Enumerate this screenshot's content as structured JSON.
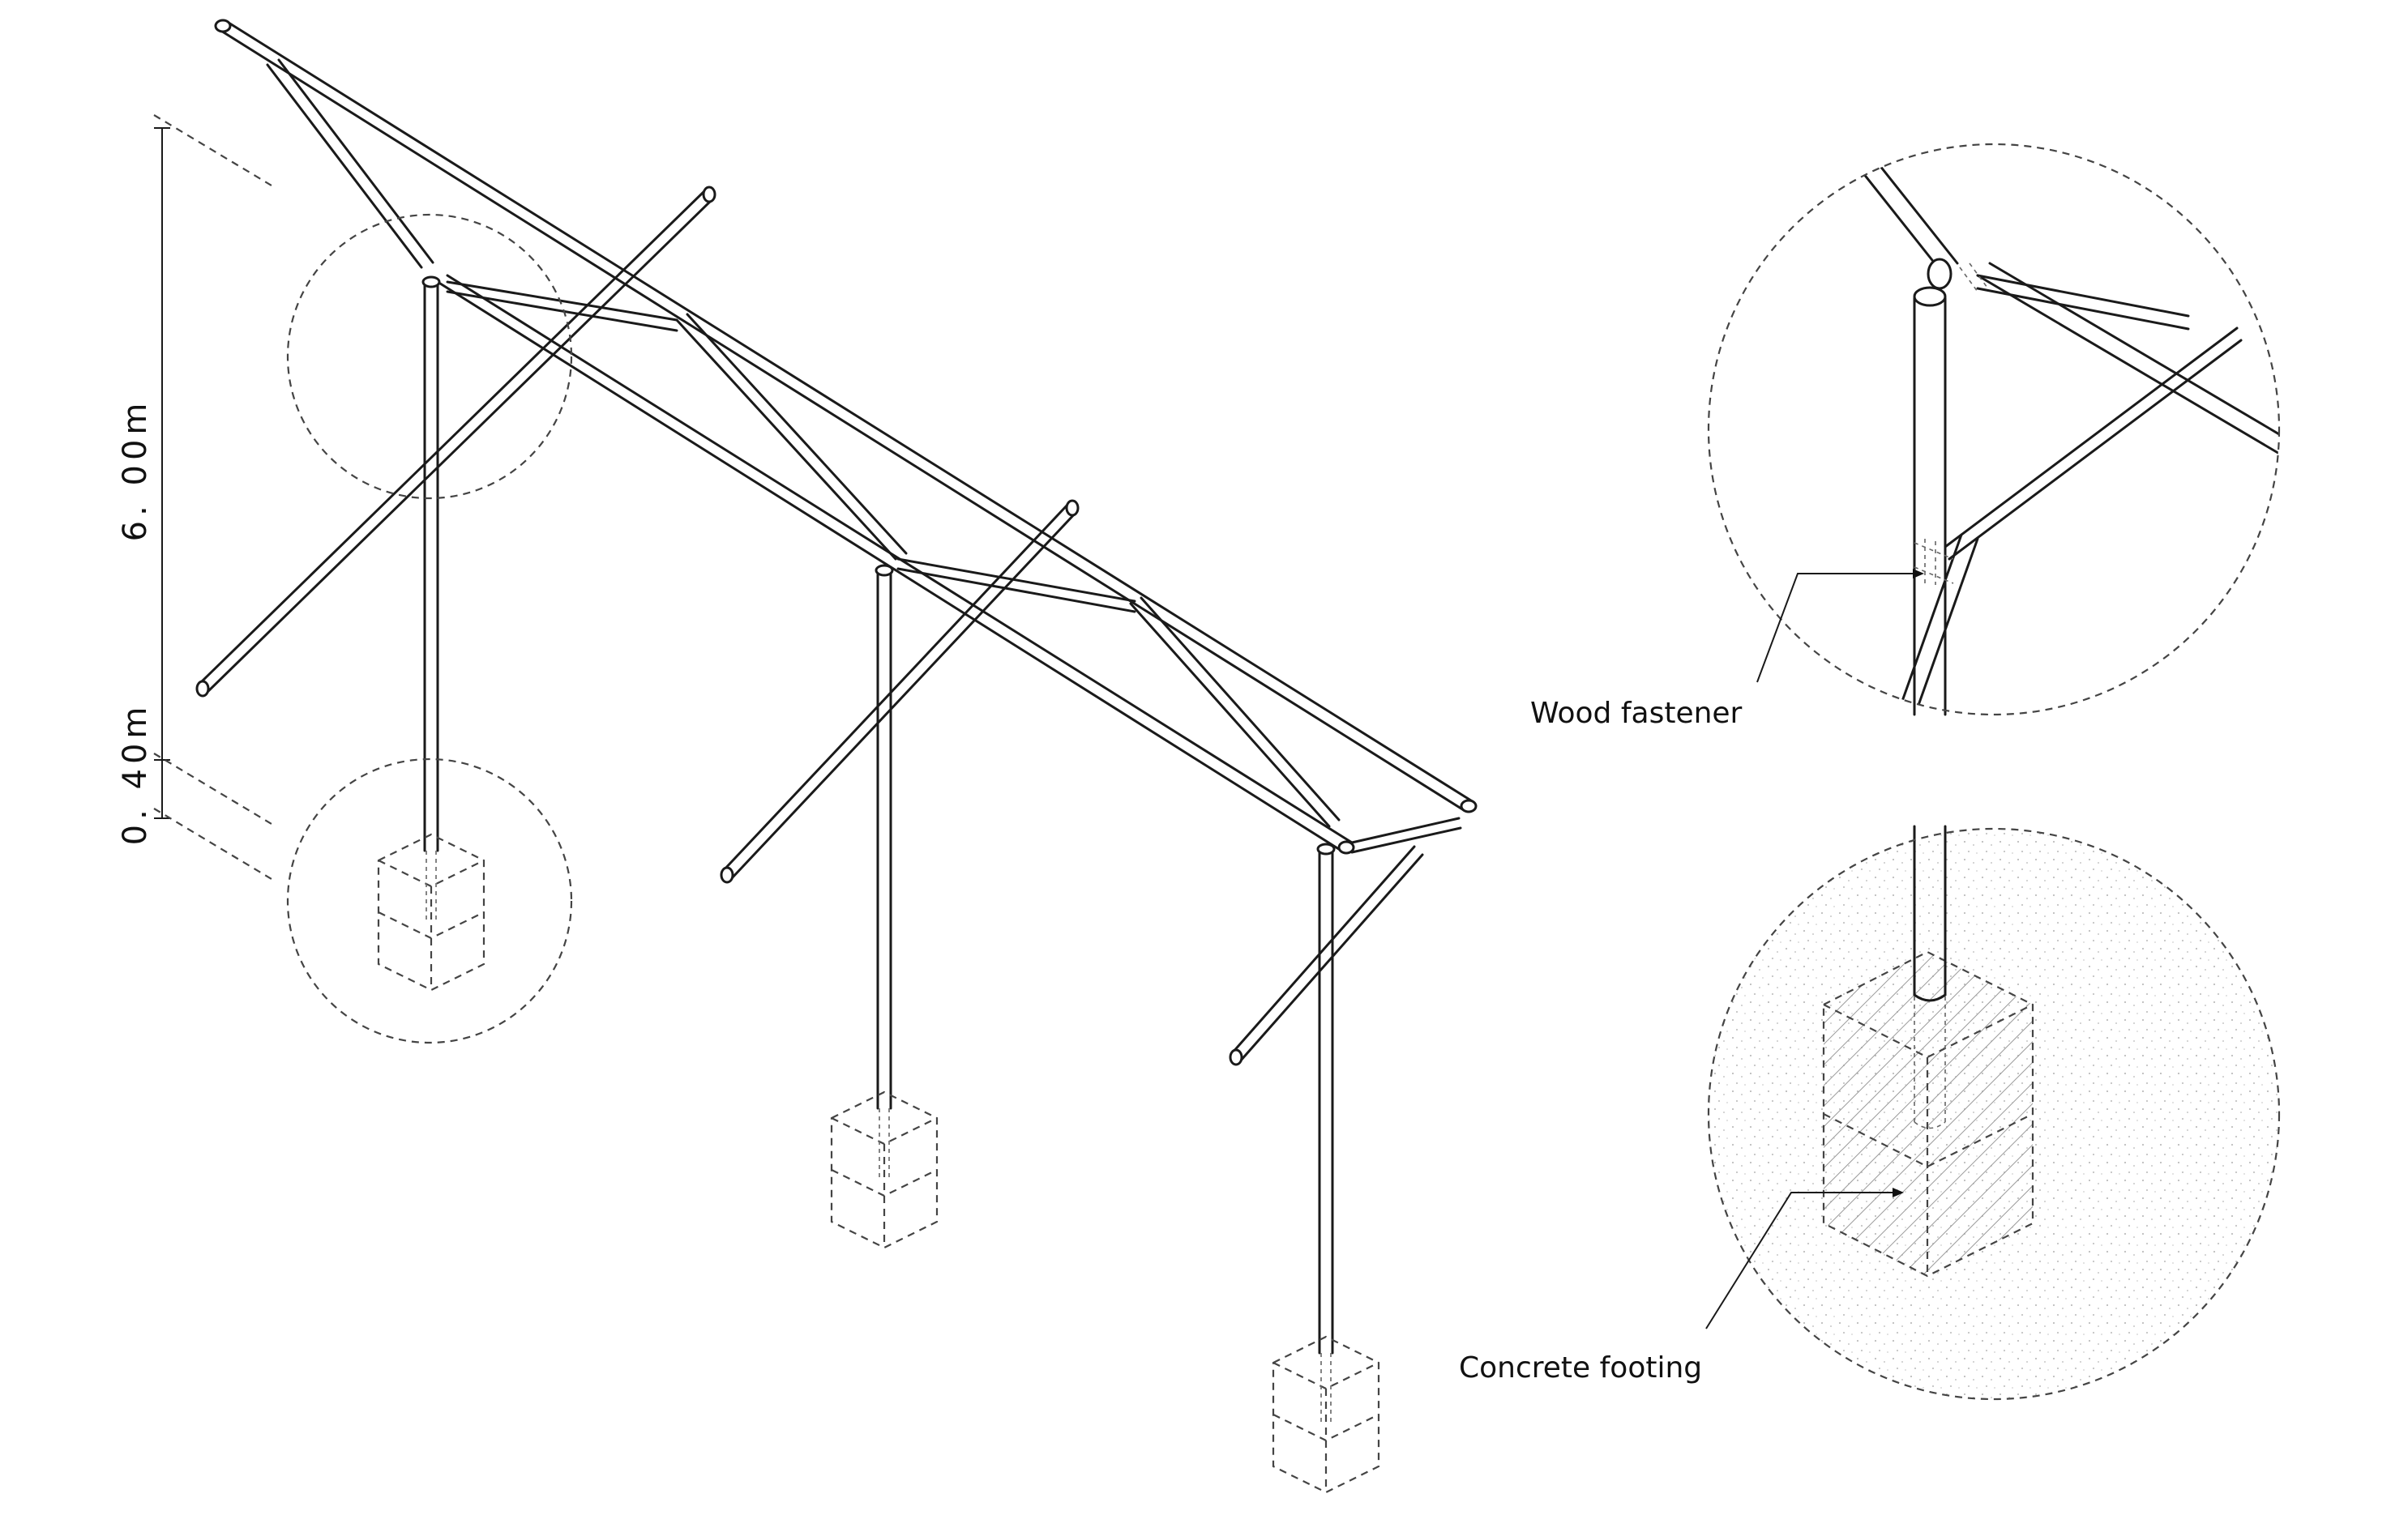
{
  "dimensions": {
    "upper_height": "6. 00m",
    "lower_depth": "0. 40m"
  },
  "callouts": {
    "wood_fastener": "Wood fastener",
    "concrete_footing": "Concrete footing"
  }
}
